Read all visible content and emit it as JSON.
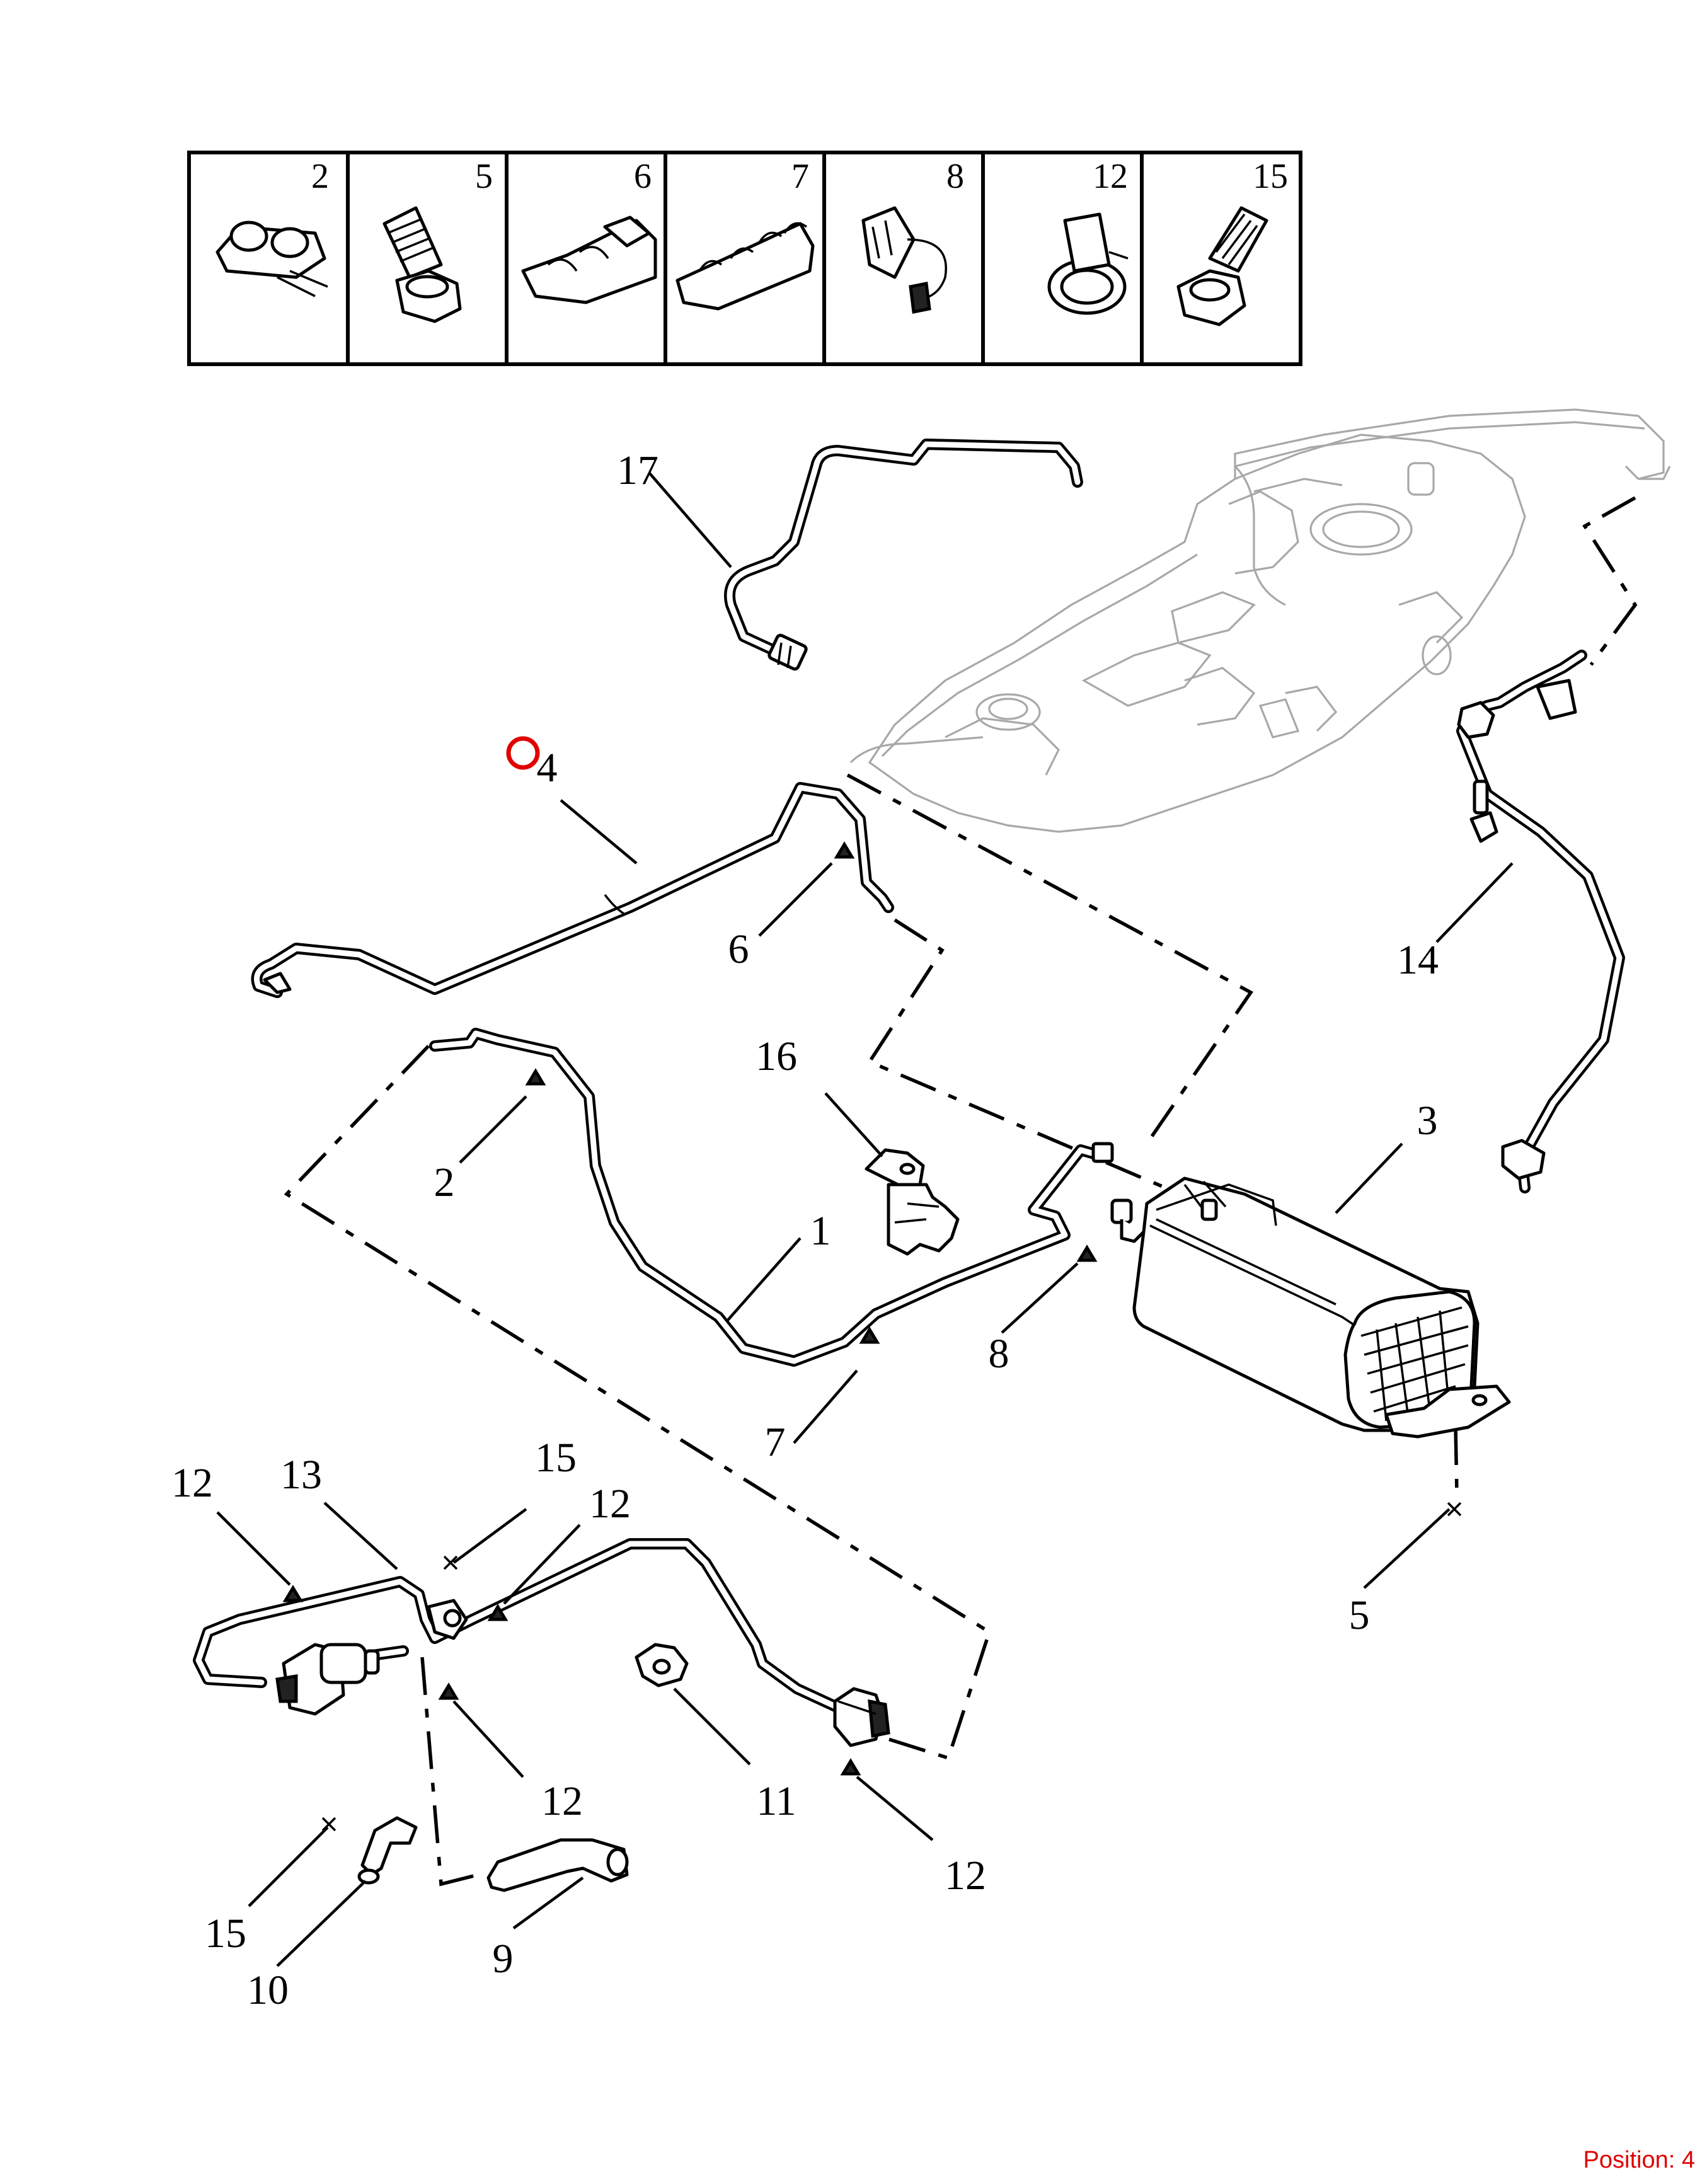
{
  "inset_parts": [
    "2",
    "5",
    "6",
    "7",
    "8",
    "12",
    "15"
  ],
  "callouts": {
    "c1": "1",
    "c2": "2",
    "c3": "3",
    "c4": "4",
    "c5": "5",
    "c6": "6",
    "c7": "7",
    "c8": "8",
    "c9": "9",
    "c10": "10",
    "c11": "11",
    "c12a": "12",
    "c12b": "12",
    "c12c": "12",
    "c12d": "12",
    "c13": "13",
    "c14": "14",
    "c15a": "15",
    "c15b": "15",
    "c16": "16",
    "c17": "17"
  },
  "status": {
    "position": "Position: 4"
  },
  "colors": {
    "line": "#000000",
    "ghost": "#a8a8a8",
    "marker": "#e00000"
  }
}
